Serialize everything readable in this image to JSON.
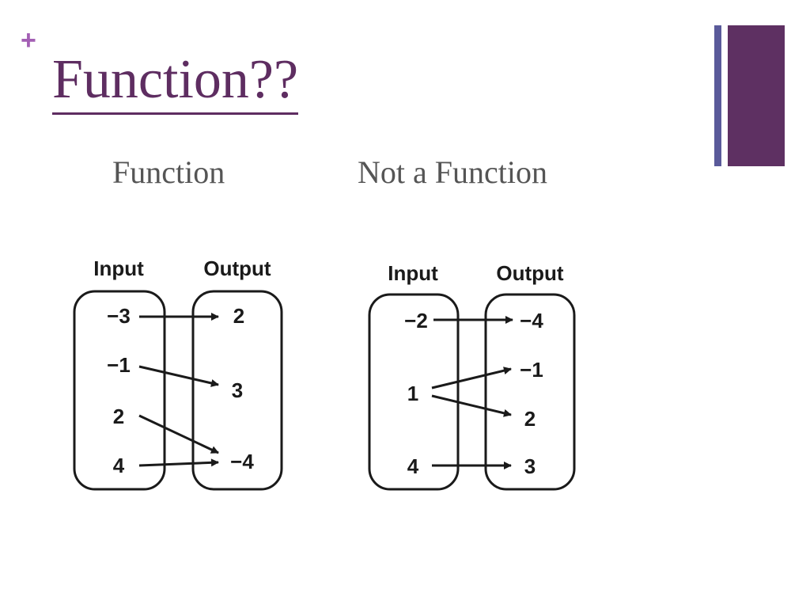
{
  "slide": {
    "bullet": "+",
    "title": "Function??",
    "colors": {
      "title": "#5e2d61",
      "bullet": "#a35fb4",
      "deco_thin": "#5a5a9a",
      "deco_thick": "#5e3062",
      "subtitle": "#555555"
    }
  },
  "diagrams": [
    {
      "label": "Function",
      "input_header": "Input",
      "output_header": "Output",
      "inputs": [
        "−3",
        "−1",
        "2",
        "4"
      ],
      "outputs": [
        "2",
        "3",
        "−4"
      ],
      "mappings": [
        [
          0,
          0
        ],
        [
          1,
          1
        ],
        [
          2,
          2
        ],
        [
          3,
          2
        ]
      ]
    },
    {
      "label": "Not a Function",
      "input_header": "Input",
      "output_header": "Output",
      "inputs": [
        "−2",
        "1",
        "4"
      ],
      "outputs": [
        "−4",
        "−1",
        "2",
        "3"
      ],
      "mappings": [
        [
          0,
          0
        ],
        [
          1,
          1
        ],
        [
          1,
          2
        ],
        [
          2,
          3
        ]
      ]
    }
  ]
}
